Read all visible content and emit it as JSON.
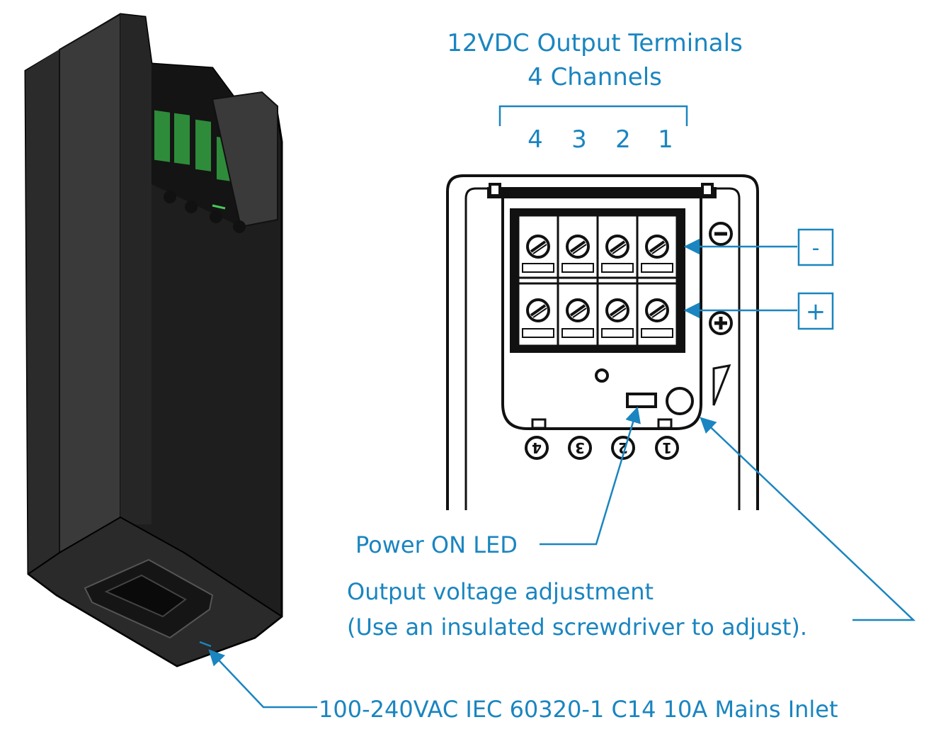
{
  "colors": {
    "accent": "#1a85c0",
    "ink": "#111111",
    "housing": "#1c1c1c",
    "terminal_green": "#2e8b3a"
  },
  "labels": {
    "terminals_title": "12VDC Output Terminals",
    "terminals_subtitle": "4 Channels",
    "channel_numbers": [
      "4",
      "3",
      "2",
      "1"
    ],
    "minus_box": "-",
    "plus_box": "+",
    "power_led": "Power ON LED",
    "adjust_title": "Output voltage adjustment",
    "adjust_note": "(Use an insulated screwdriver to adjust).",
    "mains_inlet": "100-240VAC IEC 60320-1 C14 10A Mains Inlet"
  },
  "icons": {
    "minus_terminal": "minus-circle-icon",
    "plus_terminal": "plus-circle-icon",
    "channel_markers": [
      "channel-4-icon",
      "channel-3-icon",
      "channel-2-icon",
      "channel-1-icon"
    ]
  }
}
